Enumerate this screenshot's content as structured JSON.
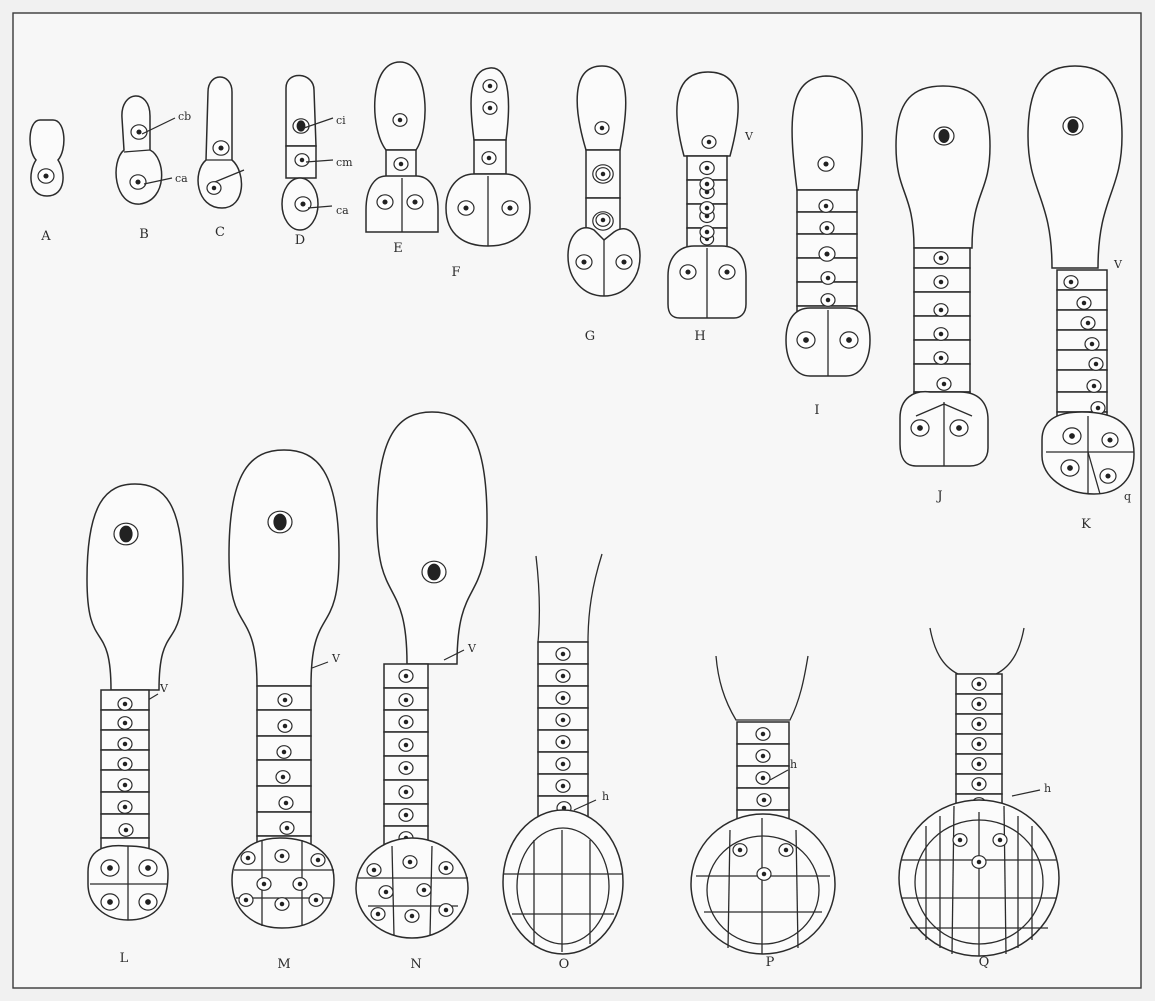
{
  "stages": [
    {
      "label": "A"
    },
    {
      "label": "B"
    },
    {
      "label": "C"
    },
    {
      "label": "D"
    },
    {
      "label": "E"
    },
    {
      "label": "F"
    },
    {
      "label": "G"
    },
    {
      "label": "H"
    },
    {
      "label": "I"
    },
    {
      "label": "J"
    },
    {
      "label": "K"
    },
    {
      "label": "L"
    },
    {
      "label": "M"
    },
    {
      "label": "N"
    },
    {
      "label": "O"
    },
    {
      "label": "P"
    },
    {
      "label": "Q"
    }
  ],
  "part_labels": {
    "cb": "cb",
    "ca": "ca",
    "ci": "ci",
    "cm": "cm",
    "v": "V",
    "q": "q",
    "h": "h"
  }
}
